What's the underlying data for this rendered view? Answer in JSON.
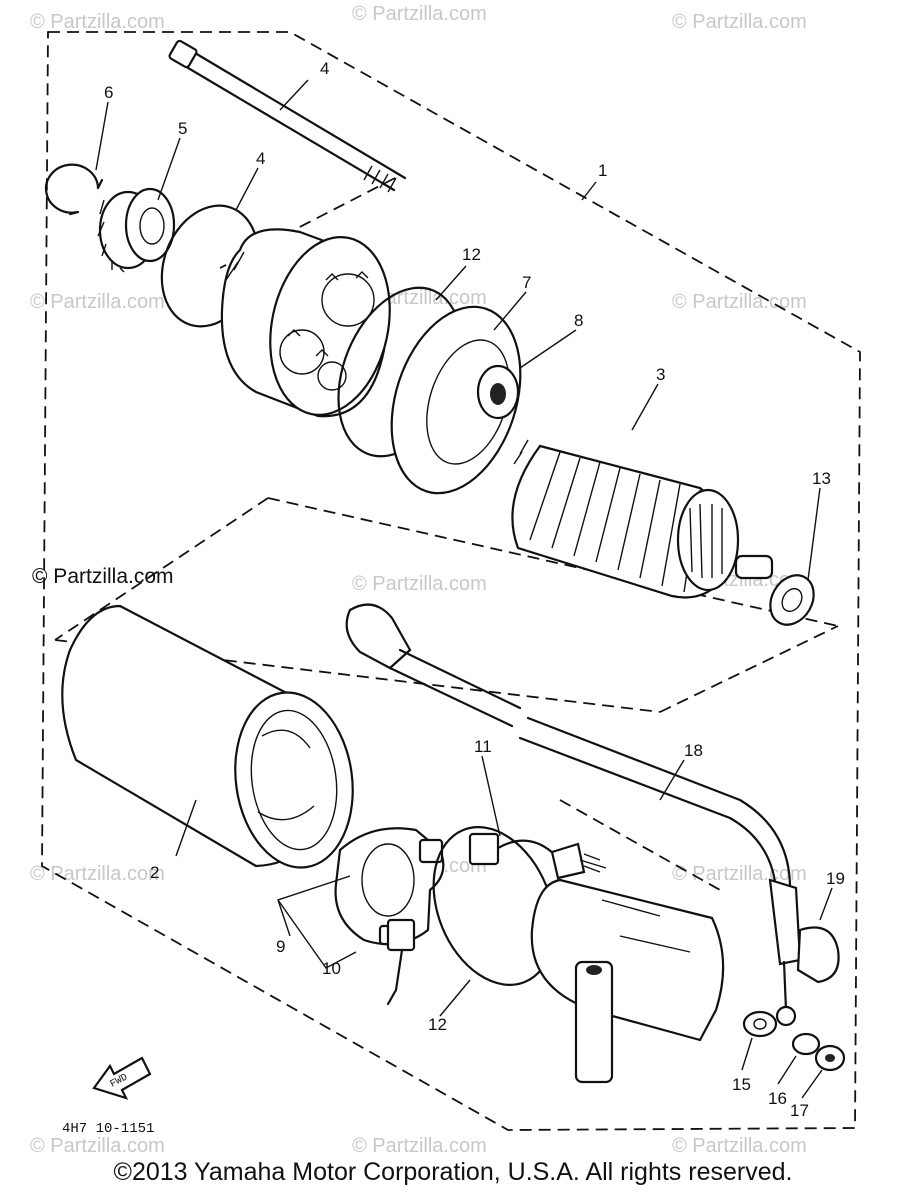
{
  "watermark": "© Partzilla.com",
  "top_credit": "© Partzilla.com",
  "footer": "©2013 Yamaha Motor Corporation, U.S.A. All rights reserved.",
  "drawing_code": "4H7 10-1151",
  "fwd_label": "FWD",
  "callouts": {
    "c1": "1",
    "c2": "2",
    "c3": "3",
    "c4a": "4",
    "c4b": "4",
    "c5": "5",
    "c6": "6",
    "c7": "7",
    "c8": "8",
    "c9": "9",
    "c10": "10",
    "c11": "11",
    "c12a": "12",
    "c12b": "12",
    "c13": "13",
    "c15": "15",
    "c16": "16",
    "c17": "17",
    "c18": "18",
    "c19": "19"
  }
}
